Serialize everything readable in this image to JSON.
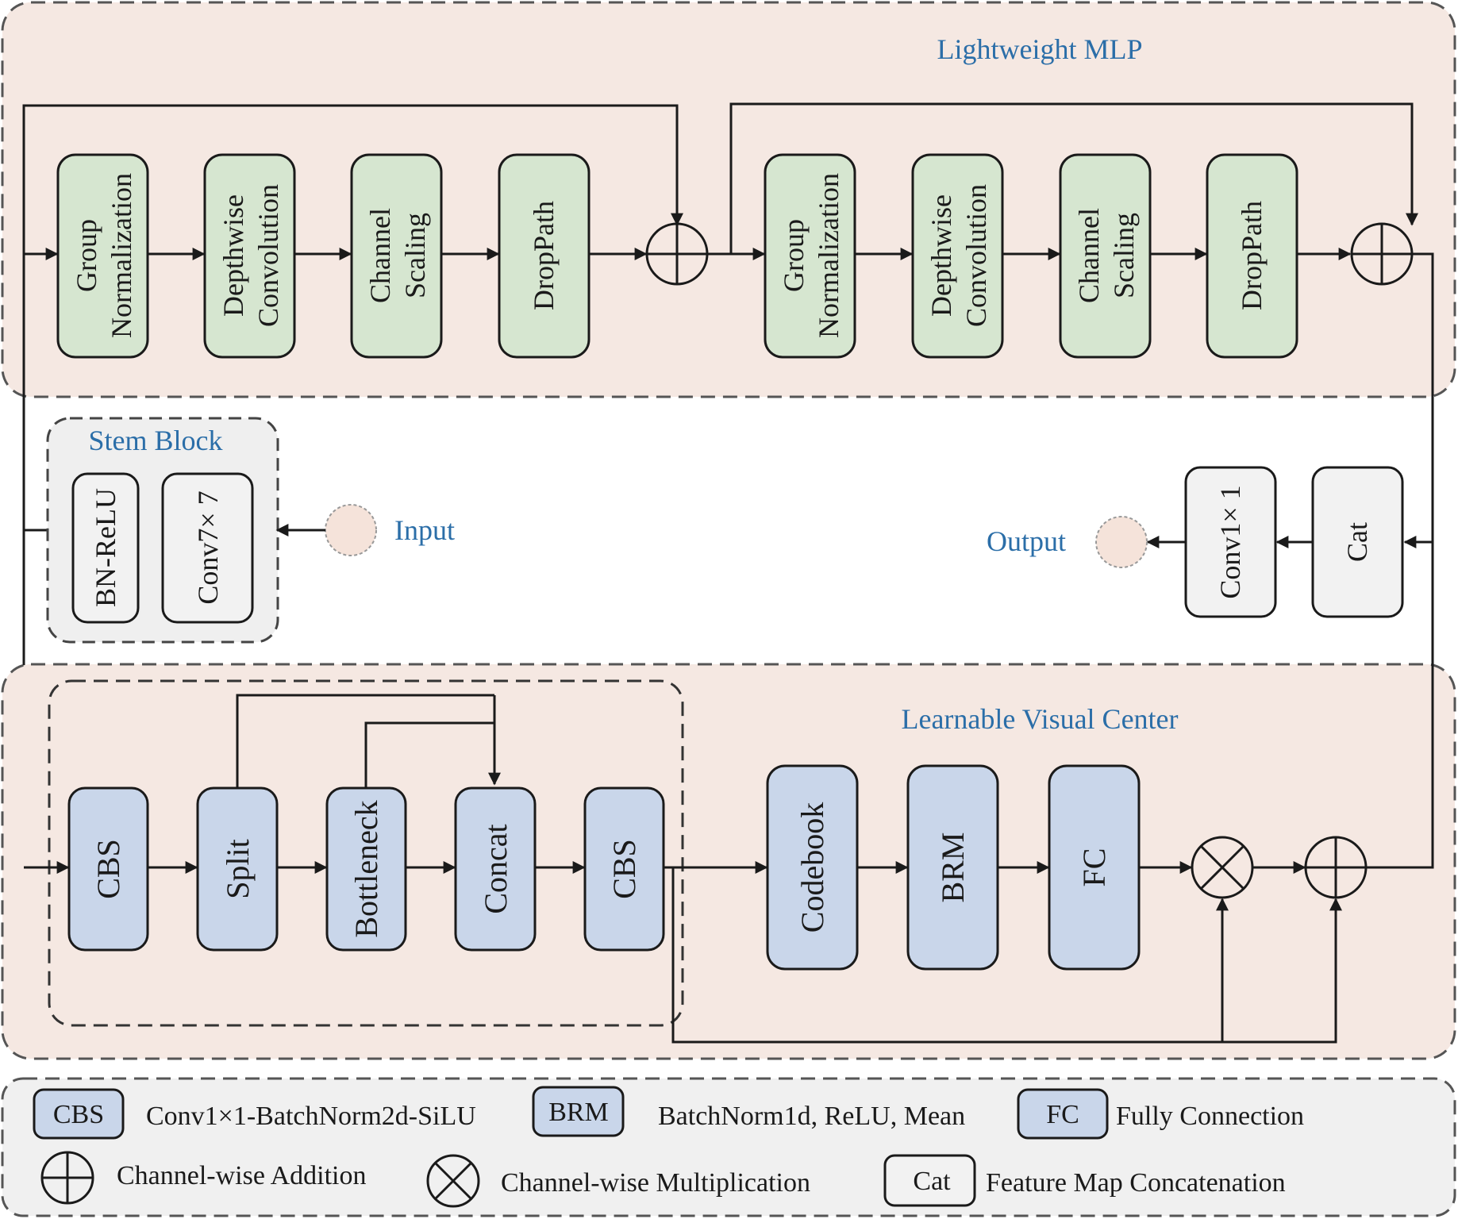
{
  "mlp": {
    "title": "Lightweight MLP",
    "block1": [
      "Group Normalization",
      "Depthwise Convolution",
      "Channel Scaling",
      "DropPath"
    ],
    "block2": [
      "Group Normalization",
      "Depthwise Convolution",
      "Channel Scaling",
      "DropPath"
    ]
  },
  "stem": {
    "title": "Stem Block",
    "bn_relu": "BN-ReLU",
    "conv7": "Conv7× 7",
    "input_label": "Input"
  },
  "output_path": {
    "output_label": "Output",
    "conv1": "Conv1× 1",
    "cat": "Cat"
  },
  "lvc": {
    "title": "Learnable Visual Center",
    "csp": [
      "CBS",
      "Split",
      "Bottleneck",
      "Concat",
      "CBS"
    ],
    "encoder": [
      "Codebook",
      "BRM",
      "FC"
    ]
  },
  "legend": {
    "cbs_key": "CBS",
    "cbs_desc": "Conv1×1-BatchNorm2d-SiLU",
    "brm_key": "BRM",
    "brm_desc": "BatchNorm1d, ReLU, Mean",
    "fc_key": "FC",
    "fc_desc": "Fully Connection",
    "add_desc": "Channel-wise Addition",
    "mul_desc": "Channel-wise Multiplication",
    "cat_key": "Cat",
    "cat_desc": "Feature Map Concatenation"
  },
  "colors": {
    "region_fill": "#f5e8e2",
    "green_box": "#d6e6d0",
    "blue_box": "#c9d6ea",
    "gray_box": "#f2f2f2",
    "stem_fill": "#efefef",
    "legend_fill": "#f0f0f0",
    "title_blue": "#2b6ea8",
    "node_fill": "#f5e3da"
  }
}
